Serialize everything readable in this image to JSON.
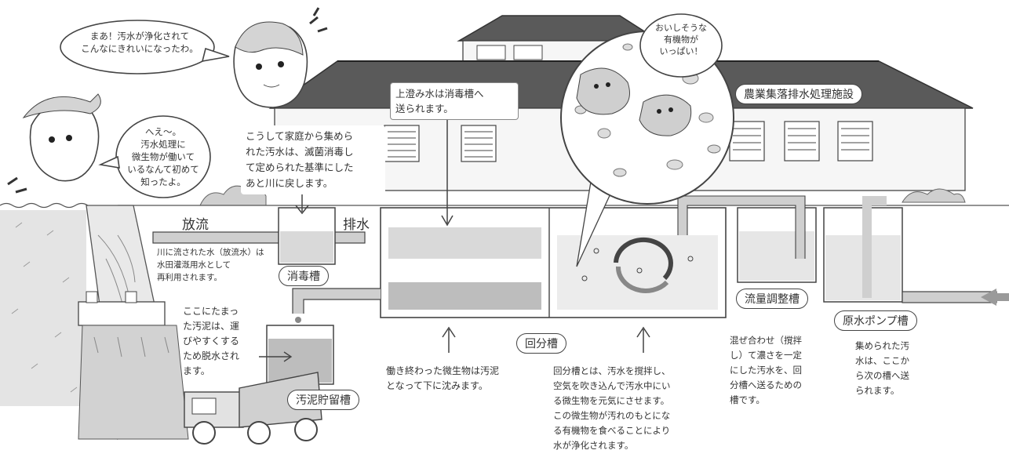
{
  "colors": {
    "roof": "#5a5a5a",
    "wall": "#f6f6f6",
    "water": "#d9d9d9",
    "sludge": "#bdbdbd",
    "pipe": "#cfcfcf",
    "outline": "#444444",
    "arrow_in": "#9a9a9a"
  },
  "speech": {
    "woman": "まあ！汚水が浄化されて\nこんなにきれいになったわ。",
    "boy": "へえ～。\n汚水処理に\n微生物が働いて\nいるなんて初めて\n知ったよ。",
    "microbe": "おいしそうな\n有機物が\nいっぱい！"
  },
  "facility_name": "農業集落排水処理施設",
  "callouts": {
    "sterilize": "こうして家庭から集めら\nれた汚水は、滅菌消毒し\nて定められた基準にした\nあと川に戻します。",
    "supernatant": "上澄み水は消毒槽へ\n送られます。"
  },
  "flow_labels": {
    "discharge": "放流",
    "drain": "排水"
  },
  "notes": {
    "discharge": "川に流された水（放流水）は\n水田灌漑用水として\n再利用されます。",
    "sludge": "ここにたまっ\nた汚泥は、運\nびやすくする\nため脱水され\nます。",
    "settle": "働き終わった微生物は汚泥\nとなって下に沈みます。",
    "aeration": "回分槽とは、汚水を撹拌し、\n空気を吹き込んで汚水中にい\nる微生物を元気にさせます。\nこの微生物が汚れのもとにな\nる有機物を食べることにより\n水が浄化されます。",
    "equalize": "混ぜ合わせ（撹拌\nし）て濃さを一定\nにした汚水を、回\n分槽へ送るための\n槽です。",
    "pump": "集められた汚\n水は、ここか\nら次の槽へ送\nられます。"
  },
  "tanks": {
    "disinfection": "消毒槽",
    "sludge_storage": "汚泥貯留槽",
    "batch": "回分槽",
    "equalization": "流量調整槽",
    "raw_pump": "原水ポンプ槽"
  }
}
